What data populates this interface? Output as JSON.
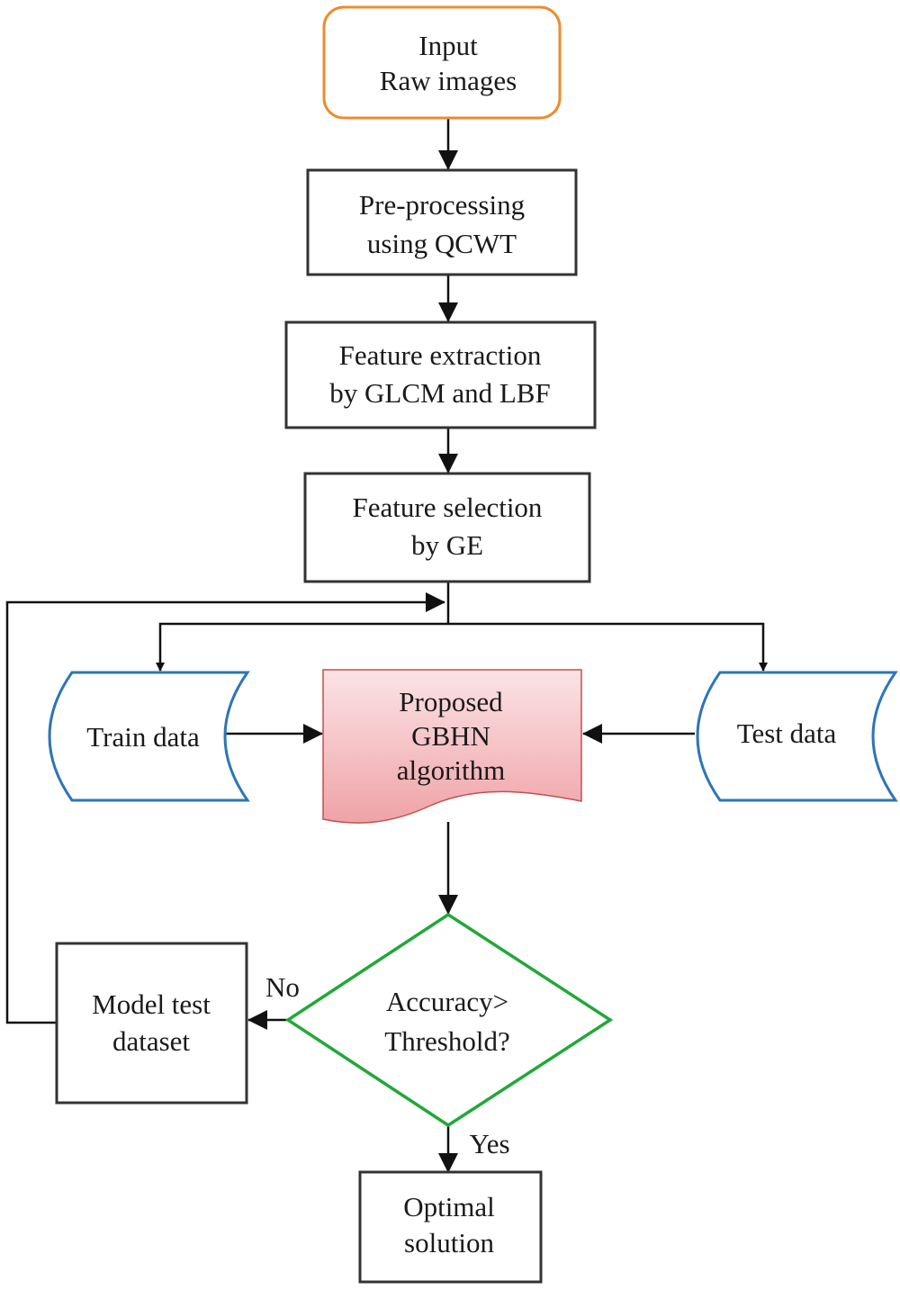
{
  "nodes": {
    "input": {
      "line1": "Input",
      "line2": "Raw images"
    },
    "preprocessing": {
      "line1": "Pre-processing",
      "line2": "using QCWT"
    },
    "feature_extraction": {
      "line1": "Feature extraction",
      "line2": "by GLCM and LBF"
    },
    "feature_selection": {
      "line1": "Feature selection",
      "line2": "by GE"
    },
    "train_data": {
      "label": "Train data"
    },
    "test_data": {
      "label": "Test data"
    },
    "gbhn": {
      "line1": "Proposed",
      "line2": "GBHN",
      "line3": "algorithm"
    },
    "decision": {
      "line1": "Accuracy>",
      "line2": "Threshold?"
    },
    "model_test": {
      "line1": "Model test",
      "line2": "dataset"
    },
    "optimal": {
      "line1": "Optimal",
      "line2": "solution"
    }
  },
  "edge_labels": {
    "no": "No",
    "yes": "Yes"
  },
  "colors": {
    "input_border": "#ED8B2F",
    "storage_border": "#2E75B6",
    "decision_border": "#22A838",
    "gbhn_fill_top": "#FBE3E5",
    "gbhn_fill_bottom": "#EFA3A8",
    "box_border": "#333333",
    "arrow": "#111111"
  }
}
